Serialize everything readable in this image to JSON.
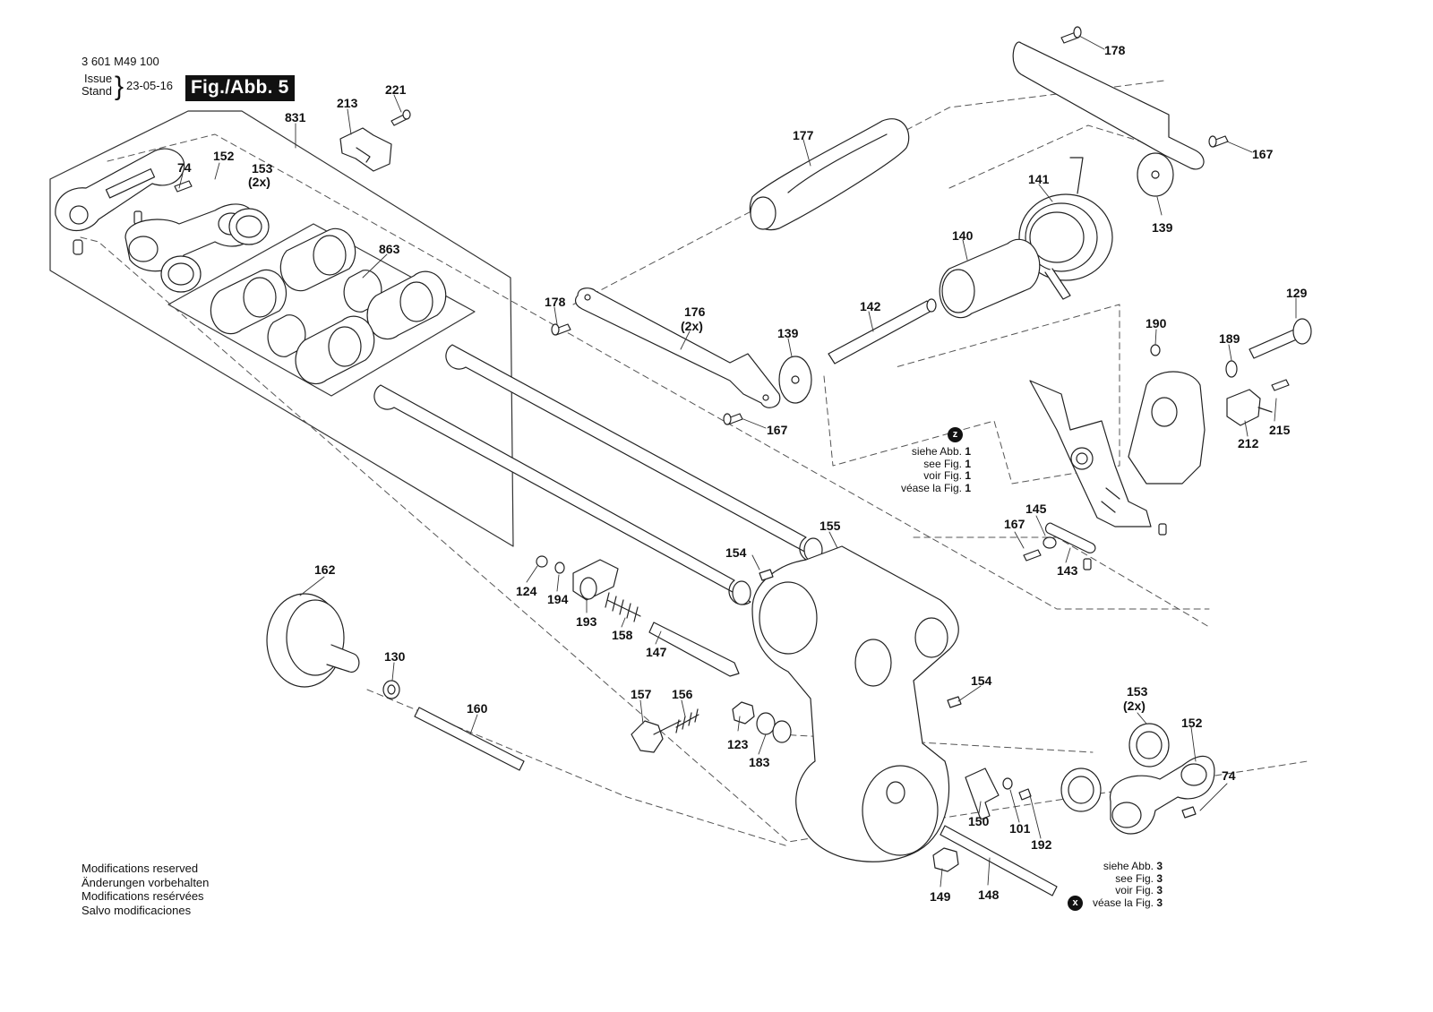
{
  "header": {
    "part_number": "3 601 M49 100",
    "issue_label": "Issue",
    "stand_label": "Stand",
    "date": "23-05-16",
    "figure_label": "Fig./Abb. 5"
  },
  "callouts": {
    "c831": "831",
    "c213": "213",
    "c221": "221",
    "c74a": "74",
    "c152a": "152",
    "c153a": "153",
    "c153a_qty": "(2x)",
    "c863": "863",
    "c177": "177",
    "c178a": "178",
    "c167a": "167",
    "c141": "141",
    "c140": "140",
    "c139a": "139",
    "c142": "142",
    "c178b": "178",
    "c176": "176",
    "c176_qty": "(2x)",
    "c139b": "139",
    "c167b": "167",
    "c129": "129",
    "c190": "190",
    "c189": "189",
    "c215": "215",
    "c212": "212",
    "c145": "145",
    "c167c": "167",
    "c143": "143",
    "c155": "155",
    "c154a": "154",
    "c162": "162",
    "c124": "124",
    "c194": "194",
    "c193": "193",
    "c158": "158",
    "c147": "147",
    "c130": "130",
    "c160": "160",
    "c157": "157",
    "c156": "156",
    "c123": "123",
    "c183": "183",
    "c154b": "154",
    "c153b": "153",
    "c153b_qty": "(2x)",
    "c152b": "152",
    "c74b": "74",
    "c150": "150",
    "c101": "101",
    "c192": "192",
    "c149": "149",
    "c148": "148"
  },
  "ref_z": {
    "marker": "z",
    "lines": [
      {
        "text": "siehe Abb. ",
        "num": "1"
      },
      {
        "text": "see Fig. ",
        "num": "1"
      },
      {
        "text": "voir Fig. ",
        "num": "1"
      },
      {
        "text": "véase la Fig. ",
        "num": "1"
      }
    ]
  },
  "ref_x": {
    "marker": "x",
    "lines": [
      {
        "text": "siehe Abb. ",
        "num": "3"
      },
      {
        "text": "see Fig. ",
        "num": "3"
      },
      {
        "text": "voir Fig. ",
        "num": "3"
      },
      {
        "text": "véase la Fig. ",
        "num": "3"
      }
    ]
  },
  "footer": {
    "lines": [
      "Modifications reserved",
      "Änderungen vorbehalten",
      "Modifications resérvées",
      "Salvo modificaciones"
    ]
  },
  "icons": {
    "ref_marker": "black-circle-letter-icon"
  }
}
